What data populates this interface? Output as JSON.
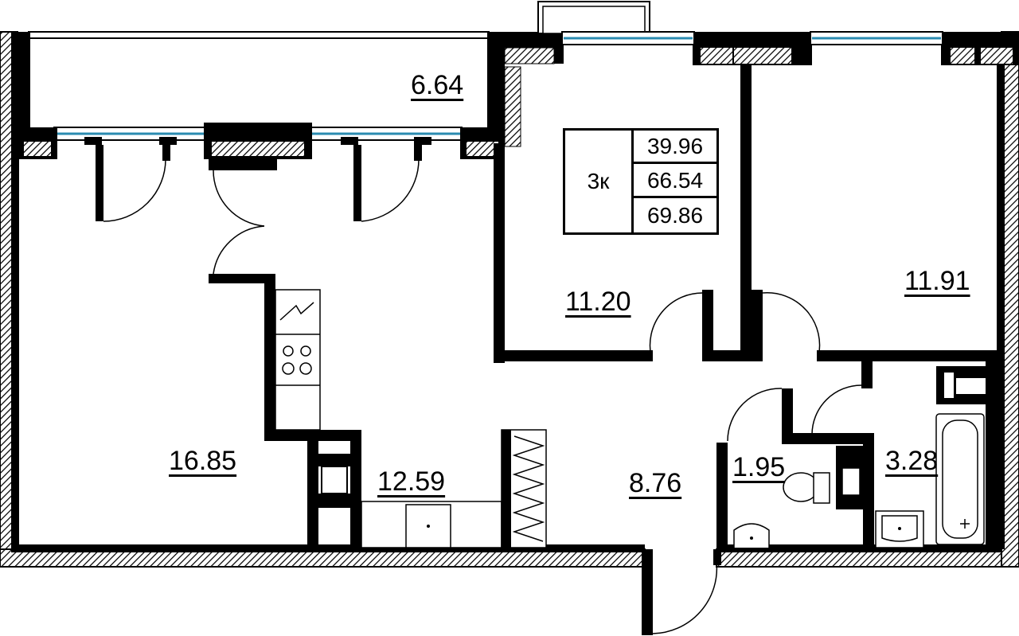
{
  "plan": {
    "apartment_type": "3к",
    "summary_areas": [
      "39.96",
      "66.54",
      "69.86"
    ],
    "rooms": [
      {
        "id": "balcony",
        "area": "6.64"
      },
      {
        "id": "bedroom-1",
        "area": "11.20"
      },
      {
        "id": "bedroom-2",
        "area": "11.91"
      },
      {
        "id": "living-room",
        "area": "16.85"
      },
      {
        "id": "kitchen",
        "area": "12.59"
      },
      {
        "id": "hallway",
        "area": "8.76"
      },
      {
        "id": "toilet",
        "area": "1.95"
      },
      {
        "id": "bathroom",
        "area": "3.28"
      }
    ]
  },
  "colors": {
    "wall": "#000000",
    "hatch": "#000000",
    "window_glass": "#2a8bb0",
    "background": "#ffffff"
  }
}
